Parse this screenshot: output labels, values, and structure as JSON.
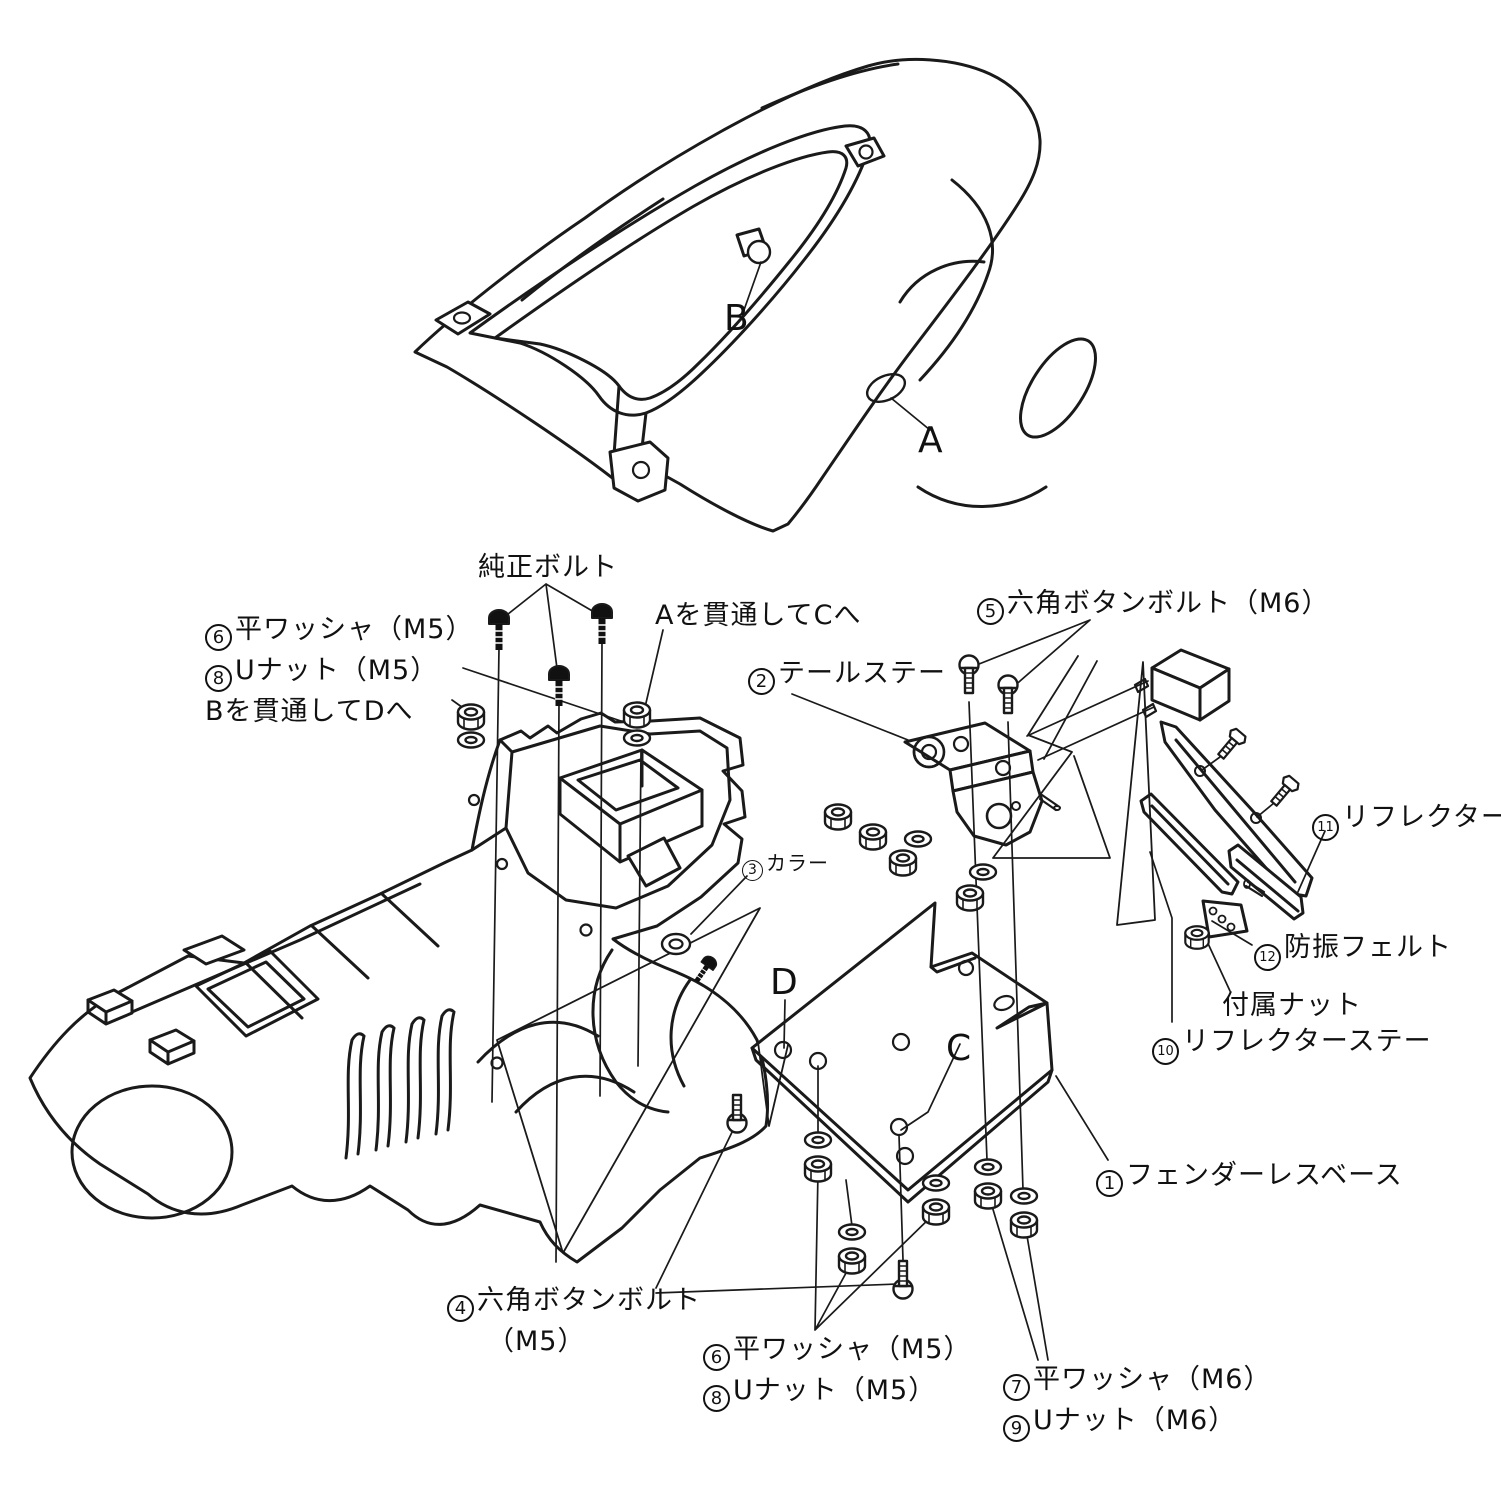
{
  "figure": {
    "type": "exploded-assembly-diagram",
    "description_visible_parts": "tail cowl, undertail unit, fenderless base plate, tail stay, reflector assembly, bolts, washers, nuts",
    "line_color": "#1a1a1a",
    "background": "#ffffff"
  },
  "labels": {
    "genuine_bolt": {
      "text": "純正ボルト"
    },
    "a_through": {
      "text": "Aを貫通してCへ"
    },
    "left_group": {
      "lines": [
        {
          "num": "6",
          "text": "平ワッシャ（M5）"
        },
        {
          "num": "8",
          "text": "Uナット（M5）"
        },
        {
          "text": "Bを貫通してDへ"
        }
      ]
    },
    "tail_stay": {
      "num": "2",
      "text": "テールステー"
    },
    "hex_button_bolt_m6": {
      "num": "5",
      "text": "六角ボタンボルト（M6）"
    },
    "collar": {
      "num": "3",
      "text": "カラー"
    },
    "reflector": {
      "num": "11",
      "text": "リフレクター"
    },
    "anti_vibration_felt": {
      "num": "12",
      "text": "防振フェルト"
    },
    "included_nut": {
      "text": "付属ナット"
    },
    "reflector_stay": {
      "num": "10",
      "text": "リフレクターステー"
    },
    "fenderless_base": {
      "num": "1",
      "text": "フェンダーレスベース"
    },
    "hex_button_bolt_m5": {
      "lines": [
        {
          "num": "4",
          "text": "六角ボタンボルト"
        },
        {
          "text": "（M5）"
        }
      ]
    },
    "m5_washer_nut": {
      "lines": [
        {
          "num": "6",
          "text": "平ワッシャ（M5）"
        },
        {
          "num": "8",
          "text": "Uナット（M5）"
        }
      ]
    },
    "m6_washer_nut": {
      "lines": [
        {
          "num": "7",
          "text": "平ワッシャ（M6）"
        },
        {
          "num": "9",
          "text": "Uナット（M6）"
        }
      ]
    },
    "points": {
      "a": "A",
      "b": "B",
      "c": "C",
      "d": "D"
    }
  }
}
